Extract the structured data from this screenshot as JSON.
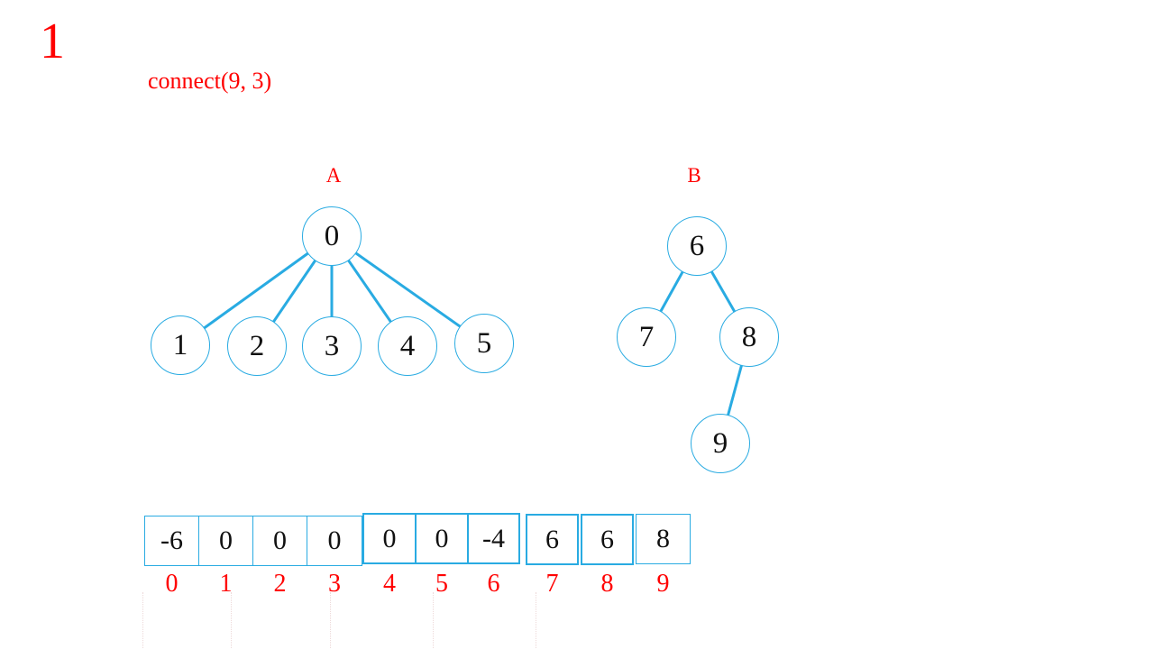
{
  "slide": {
    "step_label": "1",
    "operation": "connect(9, 3)"
  },
  "colors": {
    "accent_blue": "#29ABE2",
    "accent_red": "#FF0000",
    "node_text": "#111111",
    "background": "#FFFFFF"
  },
  "tree_a": {
    "label": "A",
    "nodes": [
      {
        "value": "0"
      },
      {
        "value": "1"
      },
      {
        "value": "2"
      },
      {
        "value": "3"
      },
      {
        "value": "4"
      },
      {
        "value": "5"
      }
    ],
    "edges": [
      "0-1",
      "0-2",
      "0-3",
      "0-4",
      "0-5"
    ]
  },
  "tree_b": {
    "label": "B",
    "nodes": [
      {
        "value": "6"
      },
      {
        "value": "7"
      },
      {
        "value": "8"
      },
      {
        "value": "9"
      }
    ],
    "edges": [
      "6-7",
      "6-8",
      "8-9"
    ]
  },
  "parent_array": {
    "values": [
      "-6",
      "0",
      "0",
      "0",
      "0",
      "0",
      "-4",
      "6",
      "6",
      "8"
    ],
    "indices": [
      "0",
      "1",
      "2",
      "3",
      "4",
      "5",
      "6",
      "7",
      "8",
      "9"
    ]
  }
}
